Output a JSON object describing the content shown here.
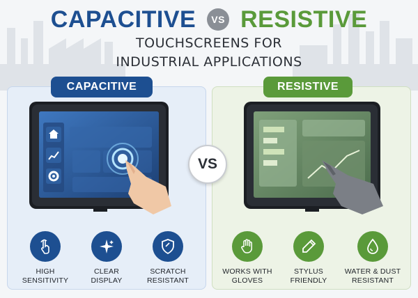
{
  "header": {
    "title_left": "CAPACITIVE",
    "title_vs": "VS",
    "title_right": "RESISTIVE",
    "subtitle_line1": "TOUCHSCREENS FOR",
    "subtitle_line2": "INDUSTRIAL APPLICATIONS"
  },
  "capacitive": {
    "label": "CAPACITIVE",
    "features": [
      {
        "icon": "touch-icon",
        "line1": "HIGH",
        "line2": "SENSITIVITY"
      },
      {
        "icon": "sparkle-icon",
        "line1": "CLEAR",
        "line2": "DISPLAY"
      },
      {
        "icon": "shield-icon",
        "line1": "SCRATCH",
        "line2": "RESISTANT"
      }
    ]
  },
  "center": {
    "vs": "VS"
  },
  "resistive": {
    "label": "RESISTIVE",
    "features": [
      {
        "icon": "glove-icon",
        "line1": "WORKS WITH",
        "line2": "GLOVES"
      },
      {
        "icon": "stylus-icon",
        "line1": "STYLUS",
        "line2": "FRIENDLY"
      },
      {
        "icon": "water-drop-icon",
        "line1": "WATER & DUST",
        "line2": "RESISTANT"
      }
    ]
  },
  "colors": {
    "capacitive": "#1d4f91",
    "resistive": "#5a9a3a"
  }
}
